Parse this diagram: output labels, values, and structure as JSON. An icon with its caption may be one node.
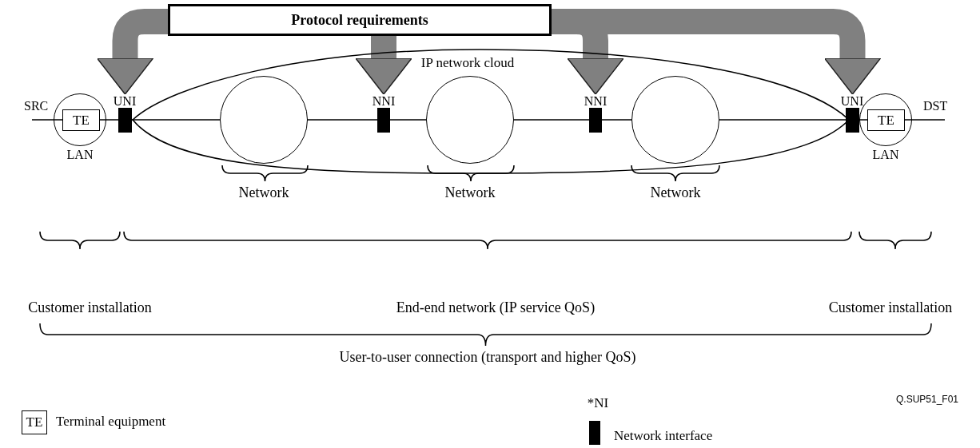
{
  "diagram": {
    "nodes": [
      {
        "text": [
          "Protocol requirements"
        ]
      },
      {
        "text": [
          "IP network cloud"
        ]
      },
      {
        "text": [
          "LAN"
        ],
        "beside": [
          "SRC"
        ]
      },
      {
        "text": [
          "TE"
        ],
        "in": 2
      },
      {
        "text": [
          "UNI"
        ]
      },
      {
        "text": [],
        "shape": "circle",
        "in": 1,
        "beside": [
          "Network"
        ]
      },
      {
        "text": [
          "NNI"
        ],
        "in": 1
      },
      {
        "text": [],
        "shape": "circle",
        "in": 1,
        "beside": [
          "Network"
        ]
      },
      {
        "text": [
          "NNI"
        ],
        "in": 1
      },
      {
        "text": [],
        "shape": "circle",
        "in": 1,
        "beside": [
          "Network"
        ]
      },
      {
        "text": [
          "UNI"
        ]
      },
      {
        "text": [
          "LAN"
        ],
        "beside": [
          "DST"
        ]
      },
      {
        "text": [
          "TE"
        ],
        "in": 11
      }
    ],
    "edges": [
      {
        "from": 0,
        "to": 4,
        "arrow": "to",
        "style": "thick",
        "color": "#808080"
      },
      {
        "from": 0,
        "to": 6,
        "arrow": "to",
        "style": "thick",
        "color": "#808080"
      },
      {
        "from": 0,
        "to": 8,
        "arrow": "to",
        "style": "thick",
        "color": "#808080"
      },
      {
        "from": 0,
        "to": 10,
        "arrow": "to",
        "style": "thick",
        "color": "#808080"
      },
      {
        "from": null,
        "to": 3,
        "arrow": "none"
      },
      {
        "from": 3,
        "to": 4,
        "arrow": "none"
      },
      {
        "from": 4,
        "to": 5,
        "arrow": "none"
      },
      {
        "from": 5,
        "to": 6,
        "arrow": "none"
      },
      {
        "from": 6,
        "to": 7,
        "arrow": "none"
      },
      {
        "from": 7,
        "to": 8,
        "arrow": "none"
      },
      {
        "from": 8,
        "to": 9,
        "arrow": "none"
      },
      {
        "from": 9,
        "to": 10,
        "arrow": "none"
      },
      {
        "from": 10,
        "to": 12,
        "arrow": "none"
      },
      {
        "from": 12,
        "to": null,
        "arrow": "none"
      }
    ],
    "labels": [
      "Customer installation",
      "End-end network (IP service QoS)",
      "Customer installation",
      "User-to-user connection (transport and higher QoS)",
      "Q.SUP51_F01",
      "*NI",
      "TE"
    ],
    "legend": [
      {
        "text": "Terminal equipment"
      },
      {
        "text": "Network interface",
        "color": "#000000"
      }
    ]
  }
}
